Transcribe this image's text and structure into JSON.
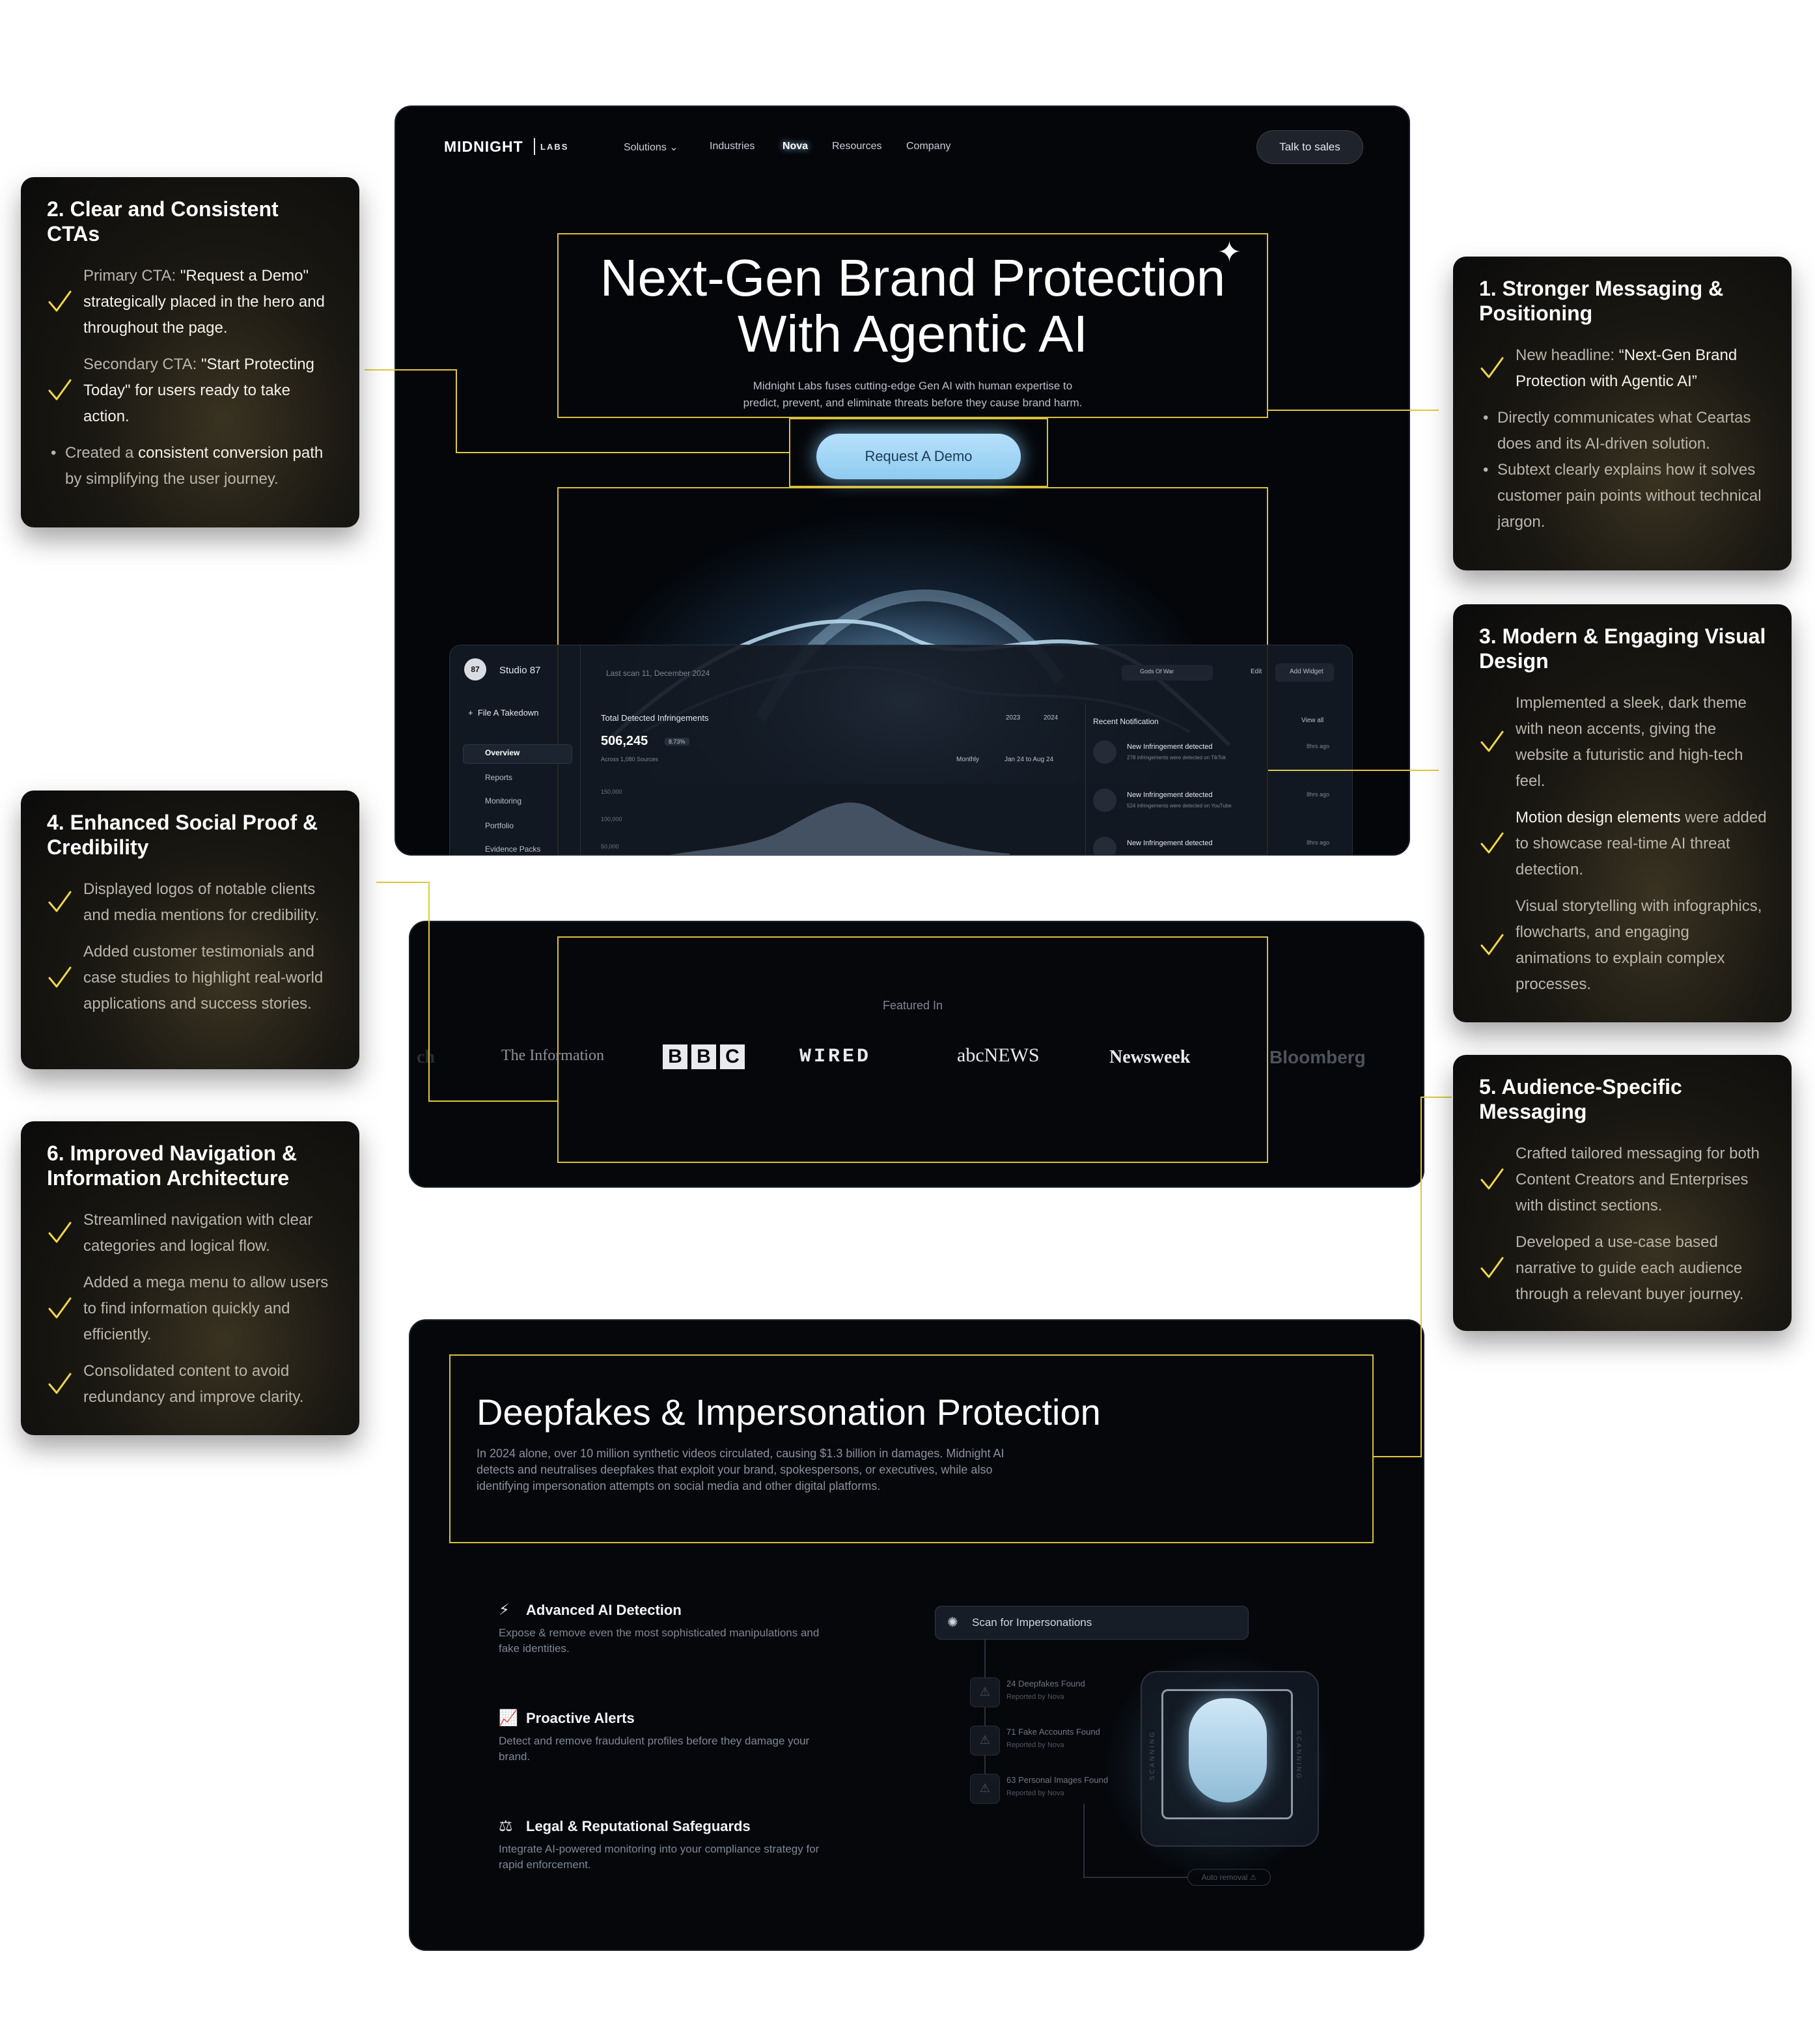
{
  "nav": {
    "logo_main": "MIDNIGHT",
    "logo_sub": "LABS",
    "items": [
      "Solutions",
      "Industries",
      "Nova",
      "Resources",
      "Company"
    ],
    "cta": "Talk to sales"
  },
  "hero": {
    "headline_line1": "Next-Gen Brand Protection",
    "headline_line2": "With Agentic AI",
    "subtext_line1": "Midnight Labs fuses cutting-edge Gen AI with human expertise to",
    "subtext_line2": "predict, prevent, and eliminate threats before they cause brand harm.",
    "cta": "Request A Demo"
  },
  "dashboard": {
    "workspace": "Studio 87",
    "file_takedown": "File A Takedown",
    "menu": [
      "Overview",
      "Reports",
      "Monitoring",
      "Portfolio",
      "Evidence Packs"
    ],
    "last_scan": "Last scan 11, December 2024",
    "project": "Gods Of War",
    "edit": "Edit",
    "add_widget": "Add Widget",
    "chart_title": "Total Detected Infringements",
    "legend_2023": "2023",
    "legend_2024": "2024",
    "total": "506,245",
    "growth": "8.73%",
    "sources": "Across 1,080 Sources",
    "period": "Monthly",
    "range": "Jan 24 to Aug 24",
    "yticks": [
      "150,000",
      "100,000",
      "50,000"
    ],
    "notifications_title": "Recent Notification",
    "view_all": "View all",
    "notifications": [
      {
        "title": "New Infringement detected",
        "desc": "278 infringements were detected on TikTok",
        "time": "8hrs ago"
      },
      {
        "title": "New Infringement detected",
        "desc": "524 infringements were detected on YouTube",
        "time": "8hrs ago"
      },
      {
        "title": "New Infringement detected",
        "desc": "",
        "time": "8hrs ago"
      }
    ]
  },
  "featured": {
    "label": "Featured In",
    "logos": [
      "ch",
      "The Information",
      "BBC",
      "WIRED",
      "abcNEWS",
      "Newsweek",
      "Bloomberg"
    ]
  },
  "deepfakes": {
    "title": "Deepfakes & Impersonation Protection",
    "desc_line1": "In 2024 alone, over 10 million synthetic videos circulated, causing $1.3 billion in damages. Midnight AI",
    "desc_line2": "detects and neutralises deepfakes that exploit your brand, spokespersons, or executives, while also",
    "desc_line3": "identifying impersonation attempts on social media and other digital platforms.",
    "features": [
      {
        "title": "Advanced AI Detection",
        "desc1": "Expose & remove even the most sophisticated manipulations and",
        "desc2": "fake identities."
      },
      {
        "title": "Proactive Alerts",
        "desc1": "Detect and remove fraudulent profiles before they damage your",
        "desc2": "brand."
      },
      {
        "title": "Legal & Reputational Safeguards",
        "desc1": "Integrate AI-powered monitoring into your compliance strategy for",
        "desc2": "rapid enforcement."
      }
    ],
    "scan_button": "Scan for Impersonations",
    "scan_results": [
      {
        "title": "24 Deepfakes Found",
        "sub": "Reported by Nova"
      },
      {
        "title": "71 Fake Accounts Found",
        "sub": "Reported by Nova"
      },
      {
        "title": "63 Personal Images Found",
        "sub": "Reported by Nova"
      }
    ],
    "scanning_label": "SCANNING",
    "auto_removal": "Auto removal"
  },
  "annotations": {
    "a1": {
      "title_line1": "1. Stronger Messaging &",
      "title_line2": "Positioning",
      "p1_a": "New headline: ",
      "p1_b": "“Next-Gen Brand Protection with Agentic AI”",
      "b1": "Directly communicates what Ceartas does and its AI-driven solution.",
      "b2": "Subtext clearly explains how it solves customer pain points without technical jargon."
    },
    "a2": {
      "title_line1": "2. Clear and Consistent",
      "title_line2": "CTAs",
      "p1_a": "Primary CTA: ",
      "p1_b": "\"Request a Demo\" strategically placed in the hero and throughout the page.",
      "p2_a": "Secondary CTA: ",
      "p2_b": "\"Start Protecting Today\" for users ready to take action.",
      "b1_a": "Created a ",
      "b1_b": "consistent conversion path",
      "b1_c": " by simplifying the user journey."
    },
    "a3": {
      "title_line1": "3. Modern & Engaging Visual",
      "title_line2": "Design",
      "p1": "Implemented a sleek, dark theme with neon accents, giving the website a futuristic and high-tech feel.",
      "p2_a": "Motion design elements",
      "p2_b": " were added to showcase real-time AI threat detection.",
      "p3": "Visual storytelling with infographics, flowcharts, and engaging animations to explain complex processes."
    },
    "a4": {
      "title_line1": "4. Enhanced Social Proof &",
      "title_line2": "Credibility",
      "p1": "Displayed logos of notable clients and media mentions for credibility.",
      "p2": "Added customer testimonials and case studies to highlight real-world applications and success stories."
    },
    "a5": {
      "title_line1": "5. Audience-Specific",
      "title_line2": "Messaging",
      "p1": "Crafted tailored messaging for both Content Creators and Enterprises with distinct sections.",
      "p2": "Developed a use-case based narrative to guide each audience through a relevant buyer journey."
    },
    "a6": {
      "title_line1": "6. Improved Navigation &",
      "title_line2": "Information Architecture",
      "p1": "Streamlined navigation with clear categories and logical flow.",
      "p2": "Added a mega menu to allow users to find information quickly and efficiently.",
      "p3": "Consolidated content to avoid redundancy and improve clarity."
    }
  }
}
